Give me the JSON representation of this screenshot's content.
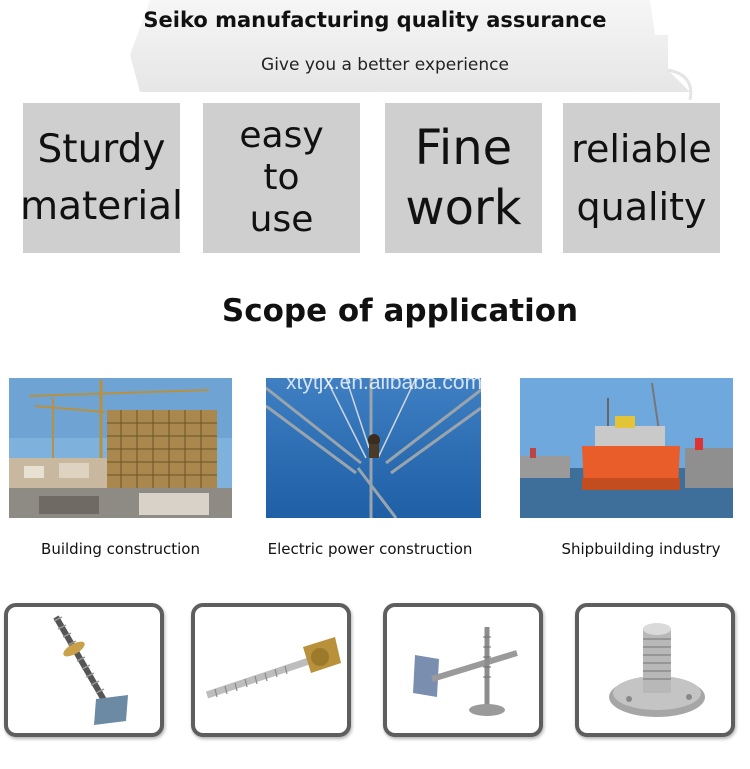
{
  "header": {
    "title": "Seiko manufacturing quality assurance",
    "subtitle": "Give you a better experience"
  },
  "features": [
    {
      "line1": "Sturdy",
      "line2": "material",
      "line3": ""
    },
    {
      "line1": "easy",
      "line2": "to",
      "line3": "use"
    },
    {
      "line1": "Fine",
      "line2": "work",
      "line3": ""
    },
    {
      "line1": "reliable",
      "line2": "quality",
      "line3": ""
    }
  ],
  "scope": {
    "title": "Scope of application",
    "watermark": "xtytjx.en.alibaba.com",
    "applications": [
      {
        "caption": "Building construction"
      },
      {
        "caption": "Electric power construction"
      },
      {
        "caption": "Shipbuilding industry"
      }
    ]
  },
  "colors": {
    "tile_bg": "#cfcfcf",
    "frame_border": "#5e5e5e",
    "sky": "#5b9bd5"
  }
}
